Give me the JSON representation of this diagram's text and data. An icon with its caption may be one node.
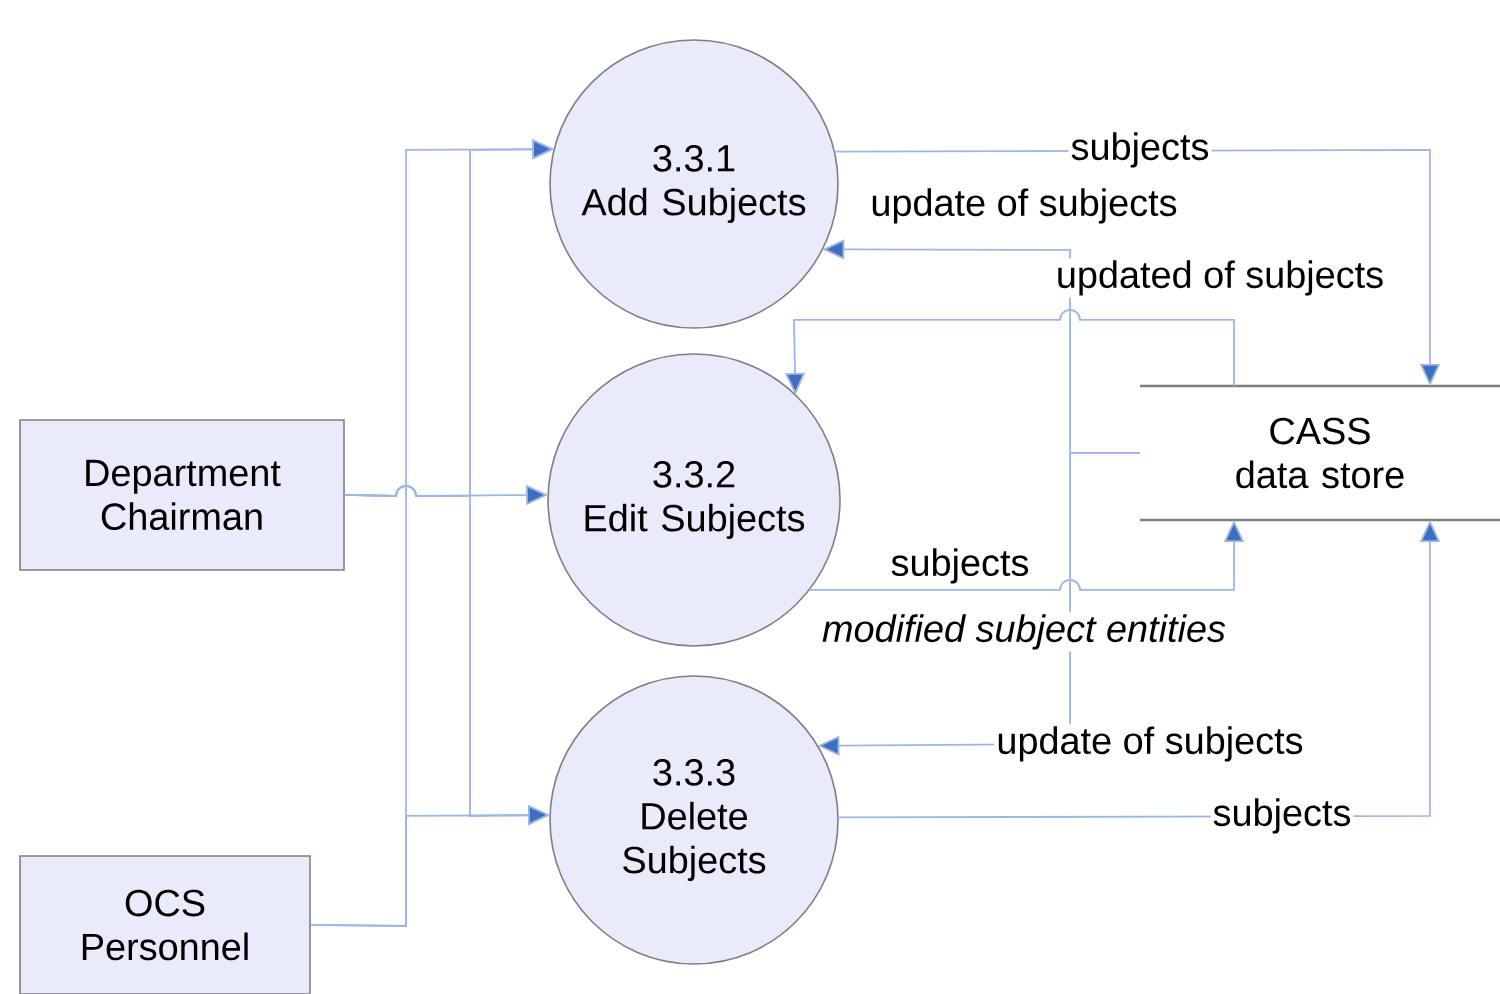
{
  "diagram": {
    "nodes": [
      {
        "text": [
          "Department Chairman"
        ]
      },
      {
        "text": [
          "OCS Personnel"
        ]
      },
      {
        "text": [
          "3.3.1",
          "Add Subjects"
        ]
      },
      {
        "text": [
          "3.3.2",
          "Edit Subjects"
        ]
      },
      {
        "text": [
          "3.3.3",
          "Delete Subjects"
        ]
      },
      {
        "text": [
          "CASS data store"
        ]
      }
    ],
    "edges": [
      {
        "from": 0,
        "to": 2,
        "arrow": "to"
      },
      {
        "from": 0,
        "to": 3,
        "arrow": "to"
      },
      {
        "from": 0,
        "to": 4,
        "arrow": "to"
      },
      {
        "from": 1,
        "to": 2,
        "arrow": "to"
      },
      {
        "from": 1,
        "to": 4,
        "arrow": "to"
      },
      {
        "from": 2,
        "to": 5,
        "arrow": "to",
        "label": "subjects"
      },
      {
        "from": 5,
        "to": 2,
        "arrow": "to",
        "label": "update of subjects"
      },
      {
        "from": 5,
        "to": 3,
        "arrow": "to",
        "label": "updated of subjects"
      },
      {
        "from": 3,
        "to": 5,
        "arrow": "to",
        "label": "subjects"
      },
      {
        "from": 5,
        "to": 4,
        "arrow": "to",
        "label": "update of subjects"
      },
      {
        "from": 4,
        "to": 5,
        "arrow": "to",
        "label": "subjects"
      }
    ],
    "labels": [
      "modified subject entities"
    ]
  }
}
